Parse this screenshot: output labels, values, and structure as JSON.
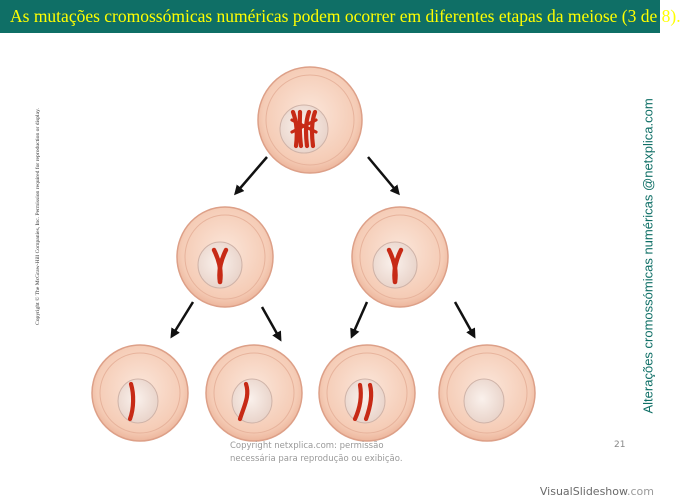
{
  "header": {
    "title": "As mutações cromossómicas numéricas podem ocorrer em diferentes etapas da meiose (3 de 8)."
  },
  "side": {
    "left_copyright": "Copyright © The McGraw-Hill Companies, Inc. Permission required for reproduction or display.",
    "right_credit": "Alterações cromossómicas numéricas @netxplica.com"
  },
  "footer": {
    "copyright_line1": "Copyright netxplica.com: permissão",
    "copyright_line2": "necessária para reprodução ou exibição.",
    "page_number": "21",
    "brand_main": "VisualSlideshow",
    "brand_suffix": ".com"
  },
  "colors": {
    "header_bg": "#0f6f66",
    "header_text": "#ffff00",
    "cell_fill": "#f7d3bf",
    "cell_edge": "#e2a58a",
    "nucleus_fill": "#f6e9e2",
    "chromosome": "#d2301c"
  },
  "cells": [
    {
      "id": "parent",
      "chromosome": "tetrad"
    },
    {
      "id": "mi-left",
      "chromosome": "x-pair"
    },
    {
      "id": "mi-right",
      "chromosome": "x-pair"
    },
    {
      "id": "mii-1",
      "chromosome": "single"
    },
    {
      "id": "mii-2",
      "chromosome": "single"
    },
    {
      "id": "mii-3",
      "chromosome": "double"
    },
    {
      "id": "mii-4",
      "chromosome": "none"
    }
  ]
}
